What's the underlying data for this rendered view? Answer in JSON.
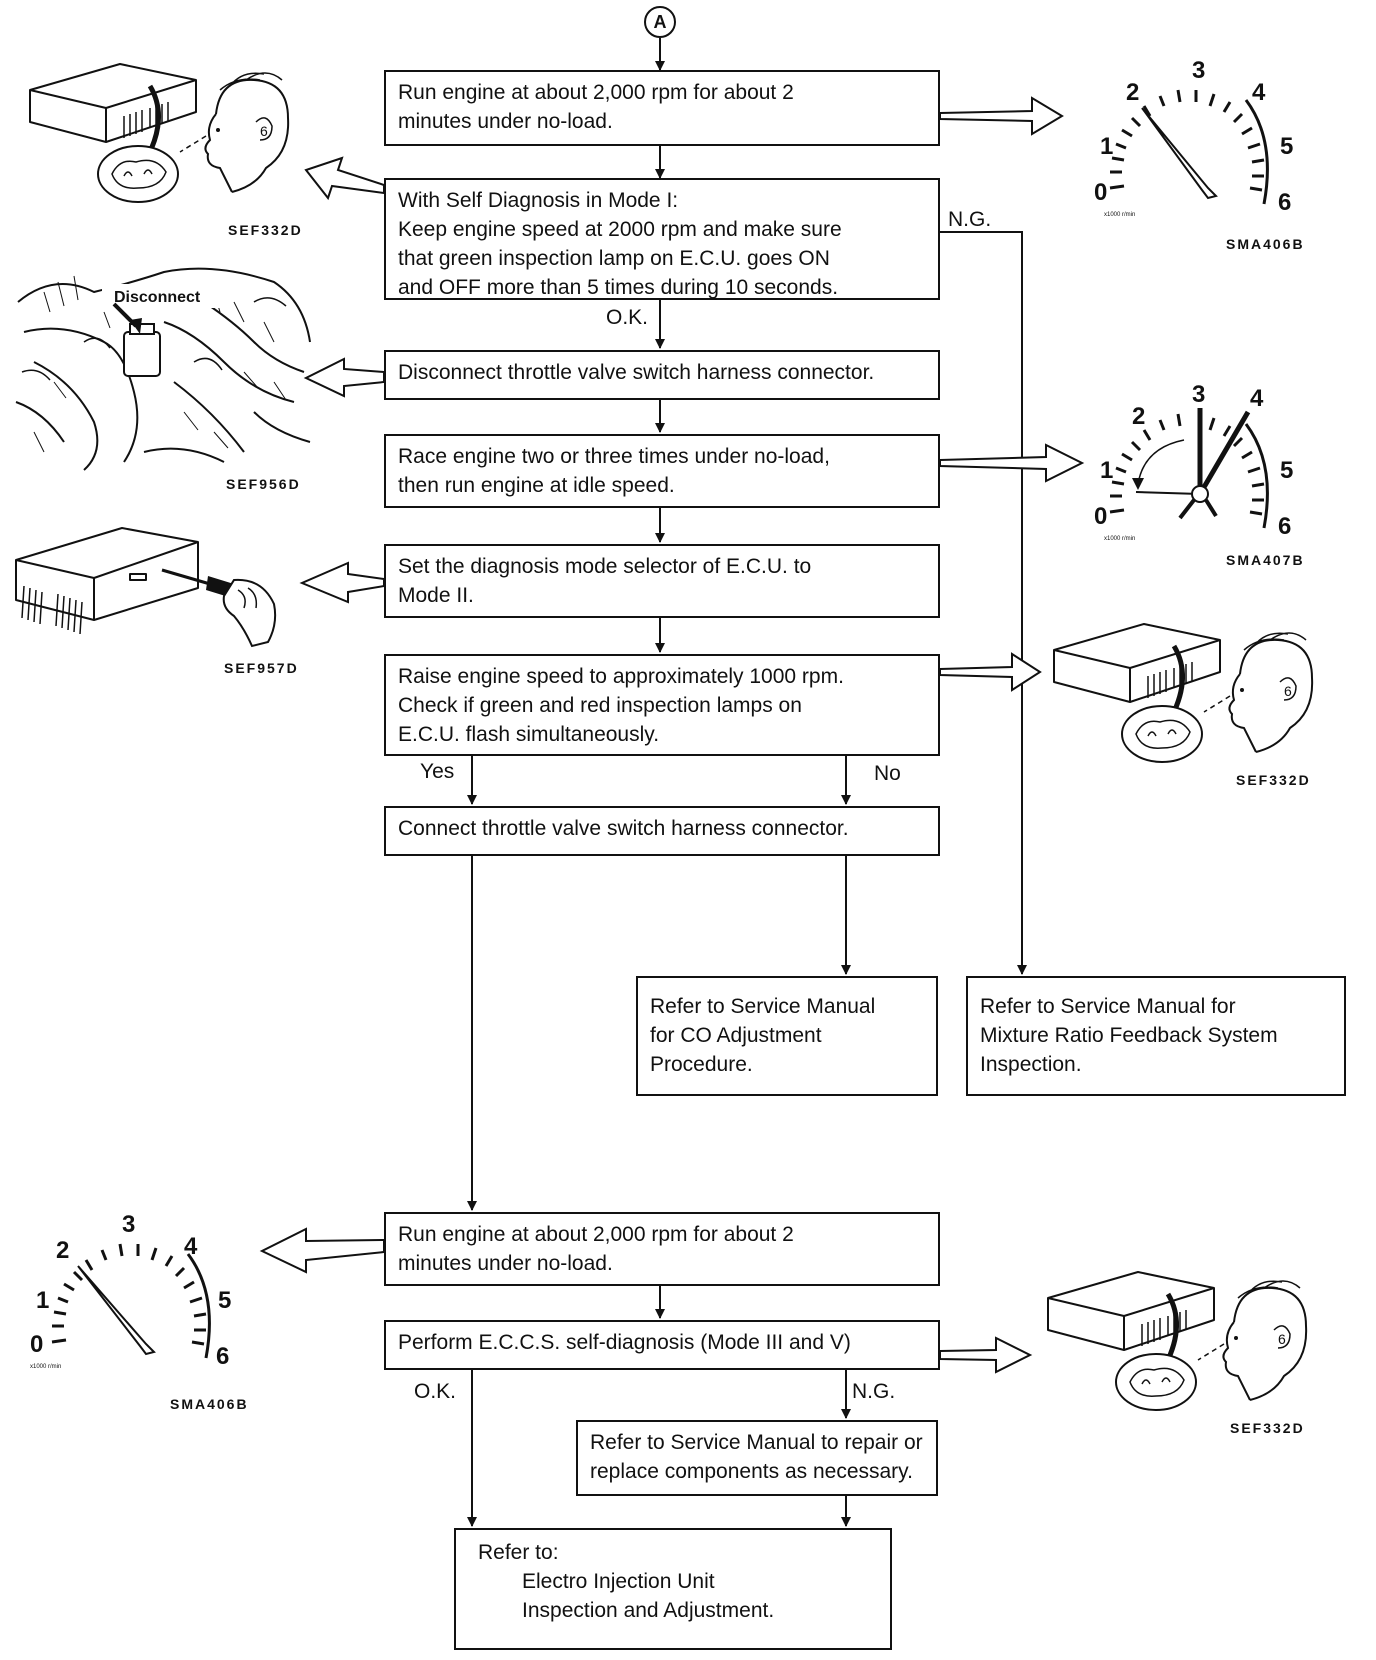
{
  "connector": "A",
  "steps": {
    "s1": [
      "Run engine at about 2,000 rpm for about 2",
      "minutes under no-load."
    ],
    "s2": [
      "With Self Diagnosis in Mode I:",
      "Keep engine speed at 2000 rpm and make sure",
      "that green inspection lamp on E.C.U. goes ON",
      "and OFF more than 5 times during 10 seconds."
    ],
    "s3": [
      "Disconnect throttle valve switch harness connector."
    ],
    "s4": [
      "Race engine two or three times under no-load,",
      "then run engine at idle speed."
    ],
    "s5": [
      "Set the diagnosis mode selector of E.C.U. to",
      "Mode II."
    ],
    "s6": [
      "Raise engine speed to approximately 1000 rpm.",
      "Check if green and red inspection lamps on",
      "E.C.U. flash simultaneously."
    ],
    "s7": [
      "Connect throttle valve switch harness connector."
    ],
    "s8": [
      "Refer to Service Manual",
      "for CO Adjustment",
      "Procedure."
    ],
    "s9": [
      "Refer to Service Manual for",
      "Mixture Ratio Feedback System",
      "Inspection."
    ],
    "s10": [
      "Run engine at about 2,000 rpm for about 2",
      "minutes under no-load."
    ],
    "s11": [
      "Perform E.C.C.S. self-diagnosis (Mode III and V)"
    ],
    "s12": [
      "Refer to Service Manual to repair or",
      "replace components as necessary."
    ],
    "s13": [
      "Refer to:",
      "Electro Injection Unit",
      "Inspection and Adjustment."
    ]
  },
  "branch_labels": {
    "ng1": "N.G.",
    "ok1": "O.K.",
    "yes": "Yes",
    "no": "No",
    "ok2": "O.K.",
    "ng2": "N.G."
  },
  "figure_captions": {
    "f1": "SEF332D",
    "f2": "SMA406B",
    "f3": "SEF956D",
    "f4": "SMA407B",
    "f5": "SEF957D",
    "f6": "SEF332D",
    "f7": "SMA406B",
    "f8": "SEF332D"
  },
  "illustration_text": {
    "disconnect": "Disconnect",
    "gauge_unit": "x1000 r/min",
    "gauge_ticks": [
      "0",
      "1",
      "2",
      "3",
      "4",
      "5",
      "6"
    ]
  }
}
